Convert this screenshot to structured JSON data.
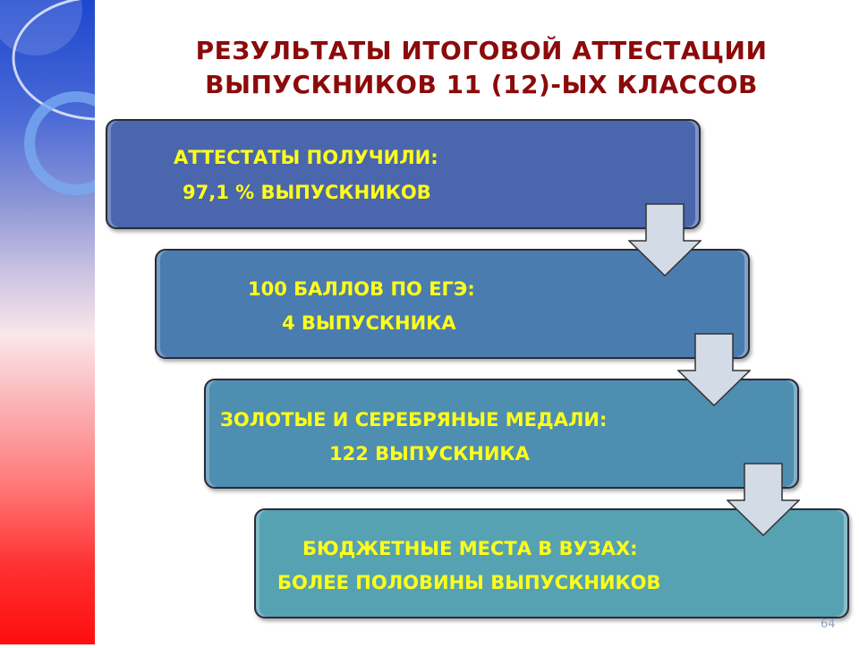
{
  "title": {
    "line1": "РЕЗУЛЬТАТЫ ИТОГОВОЙ АТТЕСТАЦИИ",
    "line2": "ВЫПУСКНИКОВ 11 (12)-ЫХ КЛАССОВ"
  },
  "steps": [
    {
      "line1": "АТТЕСТАТЫ ПОЛУЧИЛИ:",
      "line2": "97,1 % ВЫПУСКНИКОВ",
      "color": "#4a66ad"
    },
    {
      "line1": "100 БАЛЛОВ ПО ЕГЭ:",
      "line2": "4 ВЫПУСКНИКА",
      "color": "#4a7cb0"
    },
    {
      "line1": "ЗОЛОТЫЕ И СЕРЕБРЯНЫЕ МЕДАЛИ:",
      "line2": "122 ВЫПУСКНИКА",
      "color": "#4e8eb0"
    },
    {
      "line1": "БЮДЖЕТНЫЕ МЕСТА В ВУЗАХ:",
      "line2": "БОЛЕЕ ПОЛОВИНЫ ВЫПУСКНИКОВ",
      "color": "#56a2b2"
    }
  ],
  "page_number": "64"
}
